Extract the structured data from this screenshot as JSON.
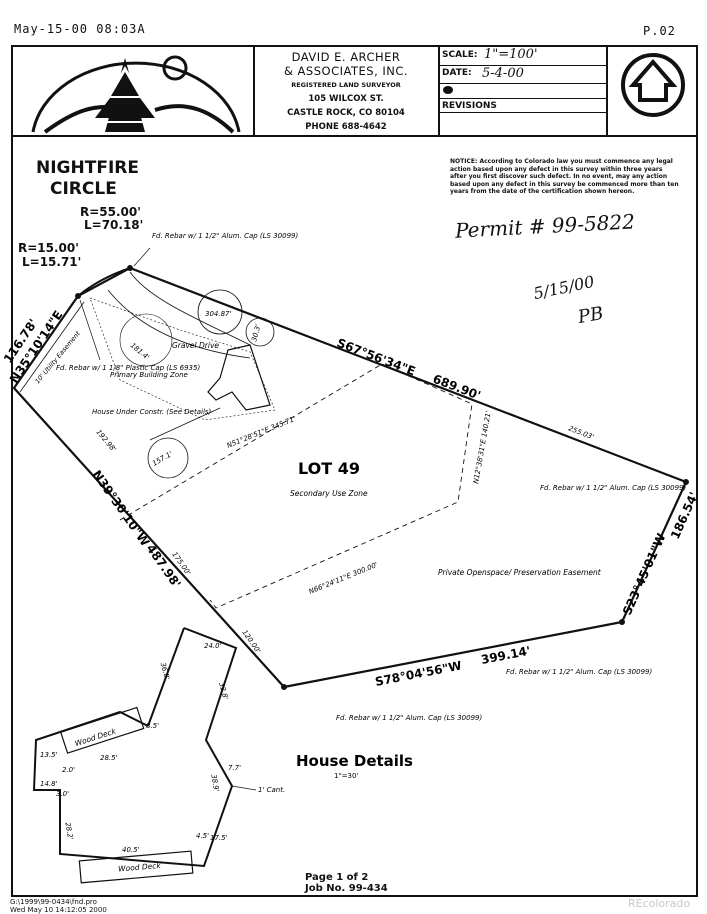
{
  "fax_header": {
    "datetime": "May-15-00 08:03A",
    "page": "P.02"
  },
  "surveyor": {
    "name": "DAVID E. ARCHER",
    "company": "& ASSOCIATES, INC.",
    "registration": "REGISTERED LAND SURVEYOR",
    "street": "105 WILCOX ST.",
    "city": "CASTLE ROCK, CO 80104",
    "phone": "PHONE 688-4642"
  },
  "title_block": {
    "scale_label": "SCALE:",
    "scale_value": "1\"=100'",
    "date_label": "DATE:",
    "date_value": "5-4-00",
    "revisions_label": "REVISIONS"
  },
  "site_title": {
    "line1": "NIGHTFIRE",
    "line2": "CIRCLE"
  },
  "notice": "NOTICE: According to Colorado law you must commence any legal action based upon any defect in this survey within three years after you first discover such defect. In no event, may any action based upon any defect in this survey be commenced more than ten years from the date of the certification shown hereon.",
  "handwritten": {
    "permit": "Permit # 99-5822",
    "date": "5/15/00",
    "initials": "PB"
  },
  "curves": {
    "curve1_r": "R=55.00'",
    "curve1_l": "L=70.18'",
    "curve2_r": "R=15.00'",
    "curve2_l": "L=15.71'"
  },
  "bearings": {
    "north_line": "N35°10'14\"E",
    "north_dist": "116.78'",
    "ne_line": "S67°56'34\"E",
    "ne_dist": "689.90'",
    "east_line": "S23°45'01\"W",
    "east_dist": "186.54'",
    "south_line": "S78°04'56\"W",
    "south_dist": "399.14'",
    "west_line": "N39°30'10\"W",
    "west_dist": "487.98'"
  },
  "lot": {
    "label": "LOT 49",
    "secondary_zone": "Secondary Use Zone",
    "open_space": "Private Openspace/ Preservation Easement",
    "utility_easement": "10' Utility Easement",
    "gravel_drive": "Gravel Drive",
    "primary_zone": "Primary Building Zone",
    "house": "House Under Constr. (See Details)"
  },
  "monuments": {
    "rebar_top": "Fd. Rebar w/ 1 1/2\" Alum. Cap (LS 30099)",
    "rebar_left": "Fd. Rebar w/ 1 1/8\" Plastic Cap (LS 6935)",
    "rebar_east": "Fd. Rebar w/ 1 1/2\" Alum. Cap (LS 30099)",
    "rebar_se": "Fd. Rebar w/ 1 1/2\" Alum. Cap (LS 30099)",
    "rebar_sw": "Fd. Rebar w/ 1 1/2\" Alum. Cap (LS 30099)"
  },
  "dims": {
    "d1": "304.87'",
    "d2": "30.3'",
    "d3": "181.4'",
    "d4": "157.1'",
    "d5": "192.98'",
    "d6": "N51°28'51\"E 345.71'",
    "d7": "N12°38'31\"E 140.21'",
    "d8": "255.03'",
    "d9": "N66°24'11\"E 300.00'",
    "d10": "175.00'",
    "d11": "120.00'"
  },
  "house_details": {
    "title": "House Details",
    "scale": "1\"=30'",
    "deck1": "Wood Deck",
    "deck2": "Wood Deck",
    "cant": "1' Cant.",
    "dims": [
      "24.0'",
      "36.8'",
      "32.8'",
      "8.5'",
      "28.5'",
      "13.5'",
      "2.0'",
      "14.8'",
      "3.0'",
      "28.2'",
      "40.5'",
      "7.7'",
      "38.9'",
      "4.5'",
      "17.5'"
    ]
  },
  "footer": {
    "page": "Page 1 of 2",
    "job": "Job No. 99-434",
    "file": "G:\\1999\\99-0434\\fnd.pro",
    "printed": "Wed May 10 14:12:05 2000",
    "watermark": "REcolorado"
  }
}
